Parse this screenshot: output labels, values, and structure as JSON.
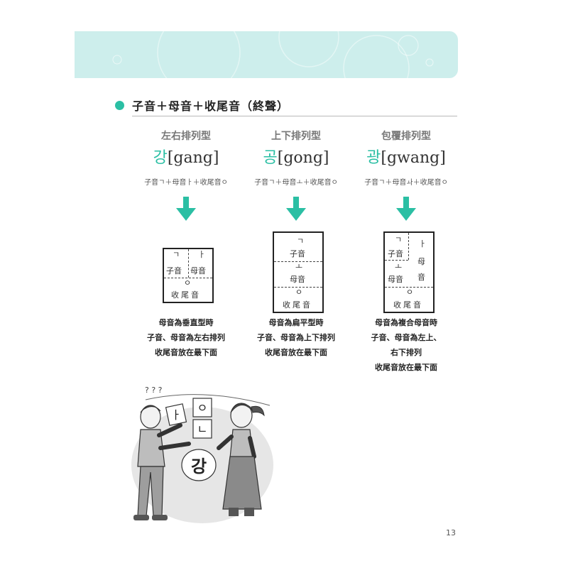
{
  "section": {
    "title": "子音＋母音＋收尾音（終聲）"
  },
  "columns": [
    {
      "type_label": "左右排列型",
      "hangul": "강",
      "roman": "[gang]",
      "formula": "子音ㄱ＋母音ㅏ＋收尾音ㅇ",
      "diagram": {
        "consonant_jamo": "ㄱ",
        "vowel_jamo": "ㅏ",
        "consonant": "子音",
        "vowel": "母音",
        "final_jamo": "ㅇ",
        "final": "收尾音"
      },
      "caption": [
        "母音為垂直型時",
        "子音、母音為左右排列",
        "收尾音放在最下面"
      ]
    },
    {
      "type_label": "上下排列型",
      "hangul": "공",
      "roman": "[gong]",
      "formula": "子音ㄱ＋母音ㅗ＋收尾音ㅇ",
      "diagram": {
        "consonant_jamo": "ㄱ",
        "vowel_jamo": "ㅗ",
        "consonant": "子音",
        "vowel": "母音",
        "final_jamo": "ㅇ",
        "final": "收尾音"
      },
      "caption": [
        "母音為扁平型時",
        "子音、母音為上下排列",
        "收尾音放在最下面"
      ]
    },
    {
      "type_label": "包覆排列型",
      "hangul": "광",
      "roman": "[gwang]",
      "formula": "子音ㄱ＋母音ㅘ＋收尾音ㅇ",
      "diagram": {
        "consonant_jamo": "ㄱ",
        "vowel_jamo_right": "ㅏ",
        "vowel_jamo_bottom": "ㅗ",
        "consonant": "子音",
        "vowel_vertical": "母\n音",
        "vowel": "母音",
        "final_jamo": "ㅇ",
        "final": "收尾音"
      },
      "caption": [
        "母音為複合母音時",
        "子音、母音為左上、",
        "右下排列",
        "收尾音放在最下面"
      ]
    }
  ],
  "illustration": {
    "cards": [
      "ㅏ",
      "ㅇ",
      "ㄴ"
    ],
    "bubble_text": "강",
    "question_marks": "? ? ?"
  },
  "page_number": "13",
  "colors": {
    "accent": "#2bbfa4",
    "banner": "#cdeeec",
    "text": "#222222"
  }
}
